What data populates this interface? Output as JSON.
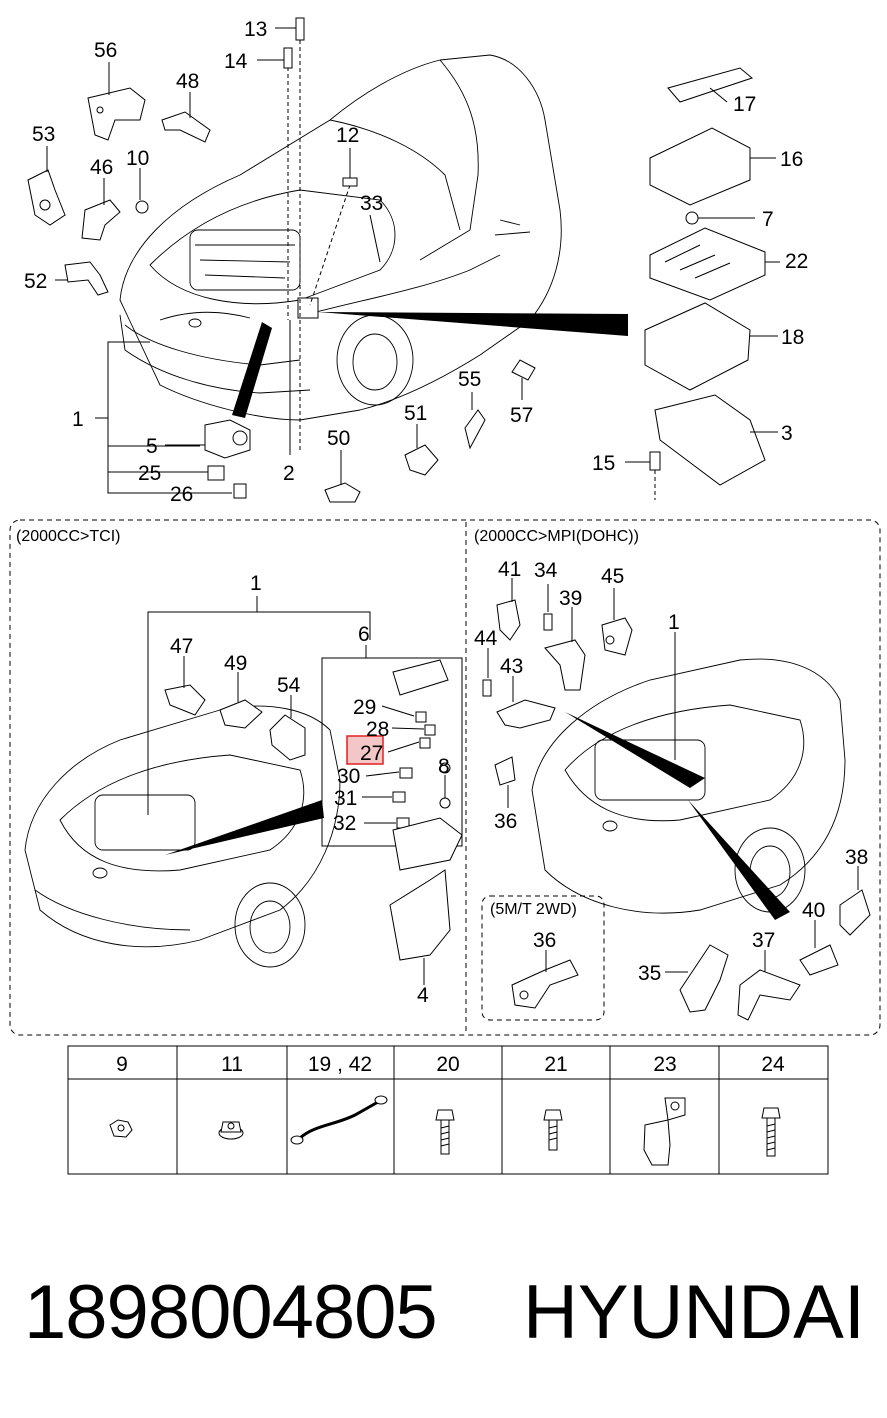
{
  "top_callouts": [
    "13",
    "14",
    "56",
    "48",
    "53",
    "10",
    "46",
    "12",
    "33",
    "52",
    "1",
    "5",
    "25",
    "26",
    "2",
    "50",
    "51",
    "55",
    "57",
    "17",
    "16",
    "7",
    "22",
    "18",
    "3",
    "15"
  ],
  "variant_tci": {
    "title": "(2000CC>TCI)",
    "callouts": [
      "1",
      "6",
      "47",
      "49",
      "54",
      "29",
      "28",
      "27",
      "30",
      "31",
      "32",
      "8",
      "4"
    ]
  },
  "variant_mpi": {
    "title": "(2000CC>MPI(DOHC))",
    "callouts": [
      "41",
      "34",
      "39",
      "45",
      "1",
      "44",
      "43",
      "36",
      "38",
      "40",
      "37",
      "35"
    ]
  },
  "subvariant_5mt": {
    "title": "(5M/T 2WD)",
    "callouts": [
      "36"
    ]
  },
  "legend": {
    "headers": [
      "9",
      "11",
      "19 , 42",
      "20",
      "21",
      "23",
      "24"
    ],
    "items": [
      "nut",
      "flange-nut",
      "ground-strap",
      "bolt",
      "bolt",
      "clip",
      "bolt"
    ]
  },
  "footer": {
    "part_number": "1898004805",
    "brand": "HYUNDAI"
  },
  "highlight": {
    "callout": "27",
    "color": "#e02020"
  }
}
